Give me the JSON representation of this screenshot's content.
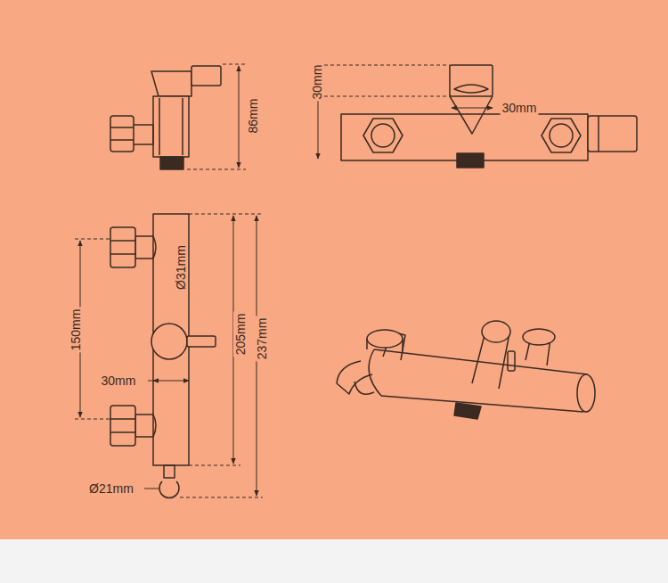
{
  "diagram": {
    "labels": [
      "86mm",
      "30mm",
      "30mm",
      "Ø31mm",
      "150mm",
      "205mm",
      "237mm",
      "30mm",
      "Ø21mm"
    ]
  }
}
